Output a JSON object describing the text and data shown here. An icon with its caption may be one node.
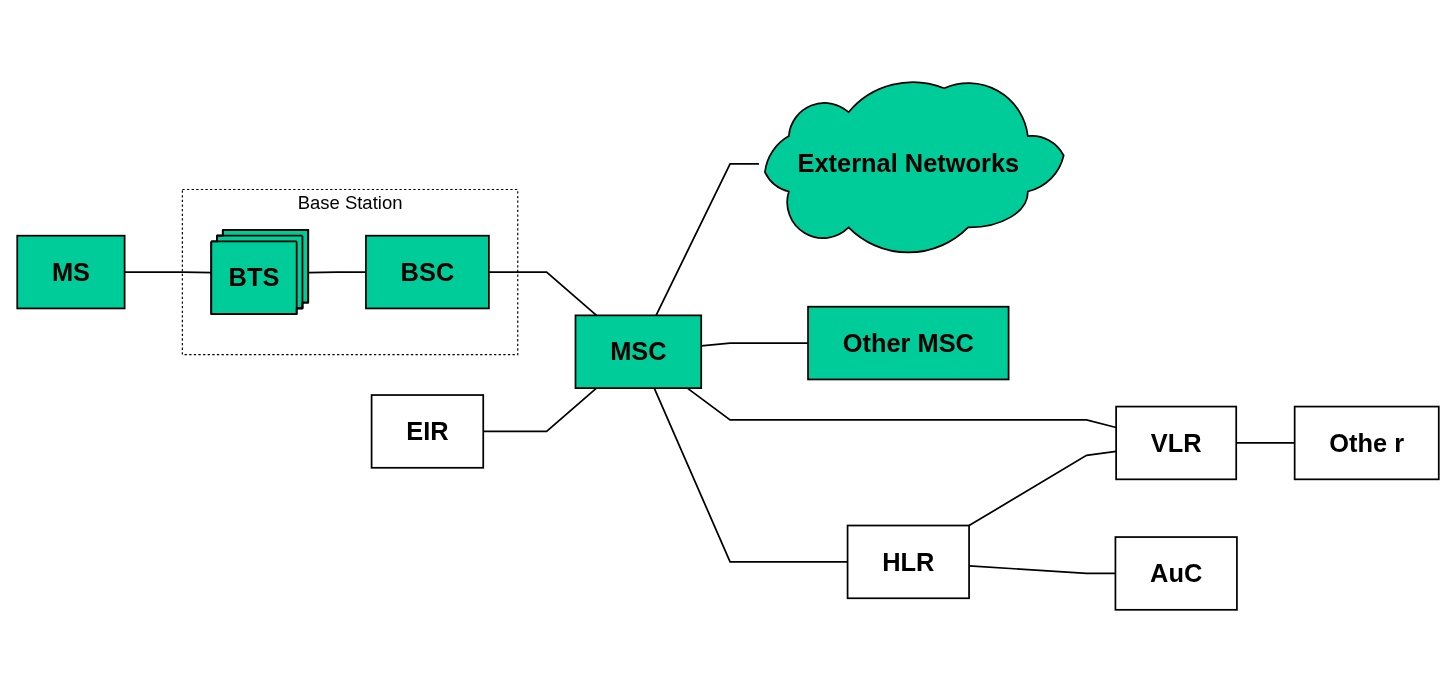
{
  "diagram": {
    "nodes": [
      {
        "text": [
          "MS"
        ]
      },
      {
        "text": [
          "Base Station"
        ]
      },
      {
        "text": [
          "BTS"
        ],
        "in": 1
      },
      {
        "text": [
          "BSC"
        ],
        "in": 1
      },
      {
        "text": [
          "EIR"
        ]
      },
      {
        "text": [
          "MSC"
        ]
      },
      {
        "text": [
          "External Networks"
        ]
      },
      {
        "text": [
          "Other MSC"
        ]
      },
      {
        "text": [
          "HLR"
        ]
      },
      {
        "text": [
          "VLR"
        ]
      },
      {
        "text": [
          "AuC"
        ]
      },
      {
        "text": [
          "Othe r"
        ]
      }
    ],
    "edges": [
      {
        "from": 0,
        "to": 2,
        "arrow": "none"
      },
      {
        "from": 2,
        "to": 3,
        "arrow": "none"
      },
      {
        "from": 3,
        "to": 5,
        "arrow": "none"
      },
      {
        "from": 4,
        "to": 5,
        "arrow": "none"
      },
      {
        "from": 5,
        "to": 6,
        "arrow": "none"
      },
      {
        "from": 5,
        "to": 7,
        "arrow": "none"
      },
      {
        "from": 5,
        "to": 8,
        "arrow": "none"
      },
      {
        "from": 5,
        "to": 9,
        "arrow": "none"
      },
      {
        "from": 8,
        "to": 9,
        "arrow": "none"
      },
      {
        "from": 8,
        "to": 10,
        "arrow": "none"
      },
      {
        "from": 9,
        "to": 11,
        "arrow": "none"
      }
    ]
  }
}
